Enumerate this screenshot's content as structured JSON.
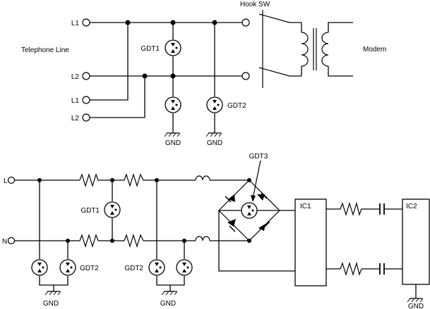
{
  "top_circuit": {
    "terminals": {
      "l1_top": "L1",
      "l2_top": "L2",
      "l1_bottom": "L1",
      "l2_bottom": "L2"
    },
    "telephone_line_label": "Telephone Line",
    "hook_switch_label": "Hook SW",
    "modem_label": "Modem",
    "gdt_labels": {
      "line_gdt": "GDT1",
      "ground_gdt": "GDT2"
    },
    "gnd_labels": {
      "left": "GND",
      "right": "GND"
    }
  },
  "bottom_circuit": {
    "terminals": {
      "line": "L",
      "neutral": "N"
    },
    "gdt_labels": {
      "middle_gdt": "GDT1",
      "left_pair": "GDT2",
      "right_pair": "GDT2",
      "bridge_gdt": "GDT3"
    },
    "ic_labels": {
      "ic1": "IC1",
      "ic2": "IC2"
    },
    "gnd_labels": {
      "left": "GND",
      "middle": "GND",
      "right": "GND"
    }
  }
}
